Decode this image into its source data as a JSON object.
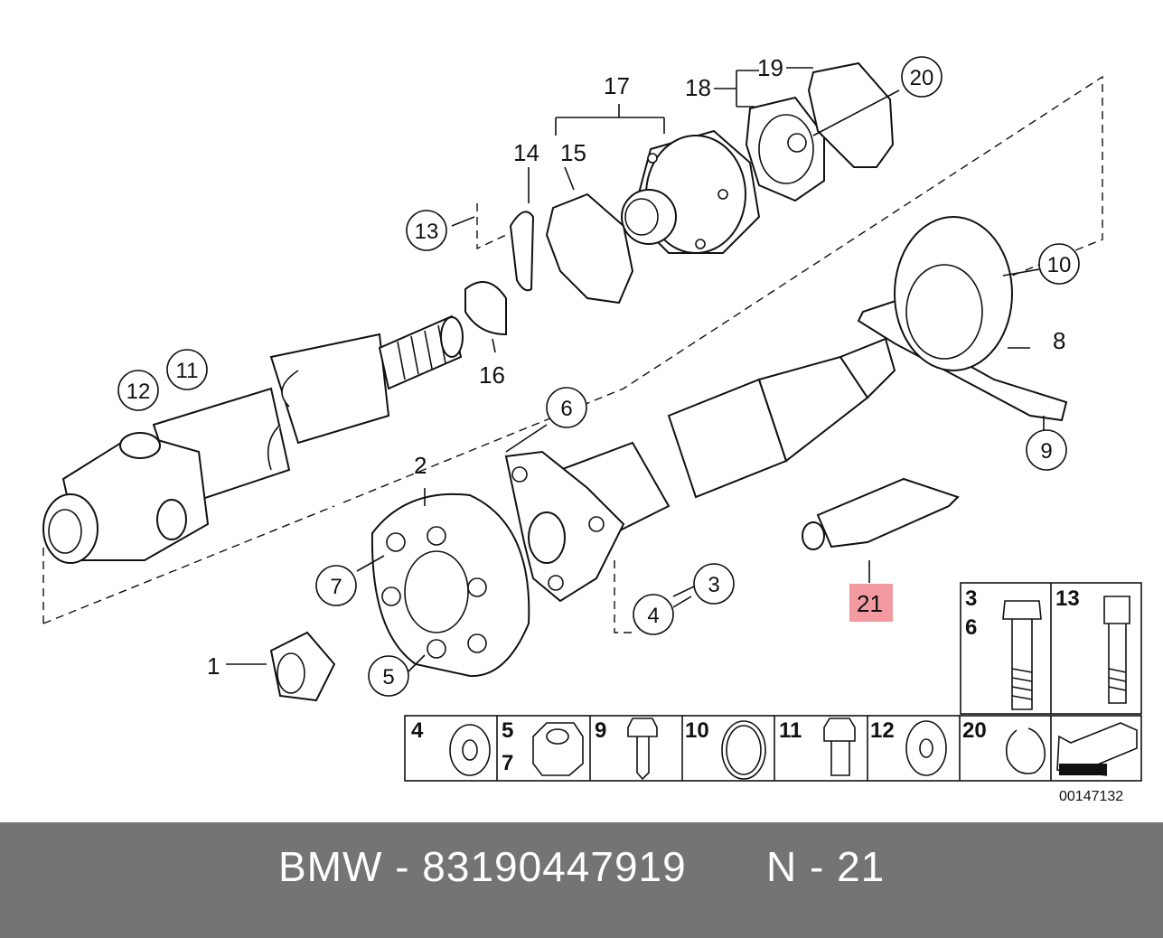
{
  "diagram": {
    "callouts": {
      "c1": "1",
      "c2": "2",
      "c3": "3",
      "c4": "4",
      "c5": "5",
      "c6": "6",
      "c7": "7",
      "c8": "8",
      "c9": "9",
      "c10": "10",
      "c11": "11",
      "c12": "12",
      "c13": "13",
      "c14": "14",
      "c15": "15",
      "c16": "16",
      "c17": "17",
      "c18": "18",
      "c19": "19",
      "c20": "20",
      "c21": "21"
    },
    "highlight_color": "#f29aa0",
    "table": {
      "top_left": "3",
      "top_left2": "6",
      "top_right": "13",
      "cells": [
        "4",
        "5",
        "7",
        "9",
        "10",
        "11",
        "12",
        "20"
      ]
    },
    "drawing_number": "00147132"
  },
  "footer": {
    "left": "BMW - 83190447919",
    "right": "N - 21",
    "background": "#747474"
  }
}
